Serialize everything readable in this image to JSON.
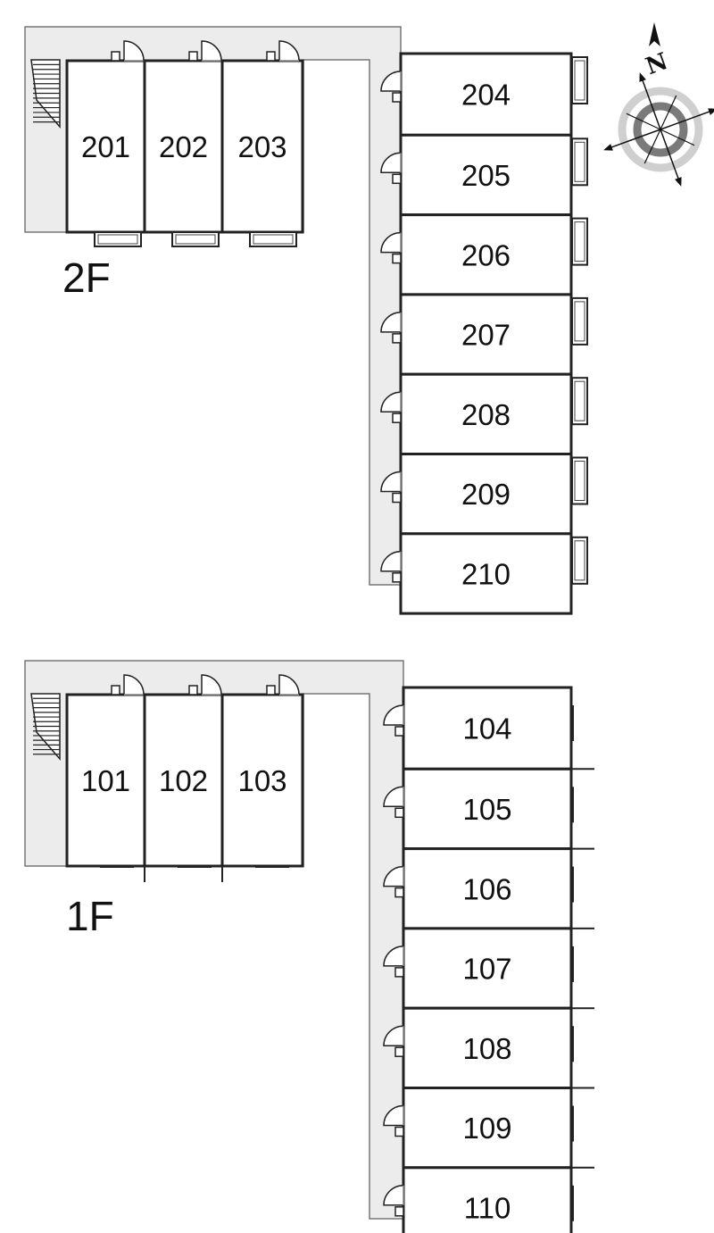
{
  "compass": {
    "north_label": "N"
  },
  "floors": [
    {
      "id": "2f",
      "label": "2F",
      "left_rooms": [
        "201",
        "202",
        "203"
      ],
      "right_rooms": [
        "204",
        "205",
        "206",
        "207",
        "208",
        "209",
        "210"
      ]
    },
    {
      "id": "1f",
      "label": "1F",
      "left_rooms": [
        "101",
        "102",
        "103"
      ],
      "right_rooms": [
        "104",
        "105",
        "106",
        "107",
        "108",
        "109",
        "110"
      ]
    }
  ]
}
